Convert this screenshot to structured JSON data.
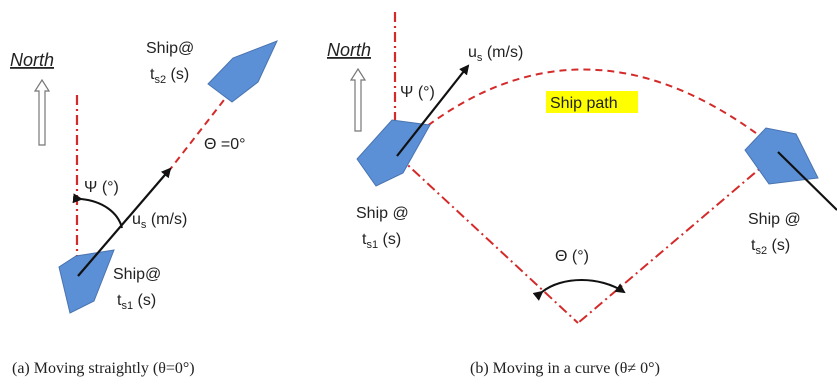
{
  "colors": {
    "ship": "#5b8fd6",
    "ship_edge": "#4a74b0",
    "dash_red": "#d42a2a",
    "arrow": "#111111",
    "highlight": "#ffff00",
    "text": "#222222"
  },
  "panel_a": {
    "north_label": "North",
    "psi_label": "Ψ (°)",
    "speed_label": "u",
    "speed_sub": "s",
    "speed_unit": " (m/s)",
    "theta_label": "Θ =0°",
    "ship1_line1": "Ship@",
    "ship1_t": "t",
    "ship1_sub": "s1",
    "ship1_unit": " (s)",
    "ship2_line1": "Ship@",
    "ship2_t": "t",
    "ship2_sub": "s2",
    "ship2_unit": " (s)",
    "caption": "(a)  Moving straightly (θ=0°)"
  },
  "panel_b": {
    "north_label": "North",
    "psi_label": "Ψ (°)",
    "speed_label": "u",
    "speed_sub": "s",
    "speed_unit": " (m/s)",
    "path_label": "Ship path",
    "theta_label": "Θ (°)",
    "ship1_line1": "Ship @",
    "ship1_t": "t",
    "ship1_sub": "s1",
    "ship1_unit": " (s)",
    "ship2_line1": "Ship @",
    "ship2_t": "t",
    "ship2_sub": "s2",
    "ship2_unit": " (s)",
    "caption": "(b)  Moving in a curve (θ≠ 0°)"
  }
}
